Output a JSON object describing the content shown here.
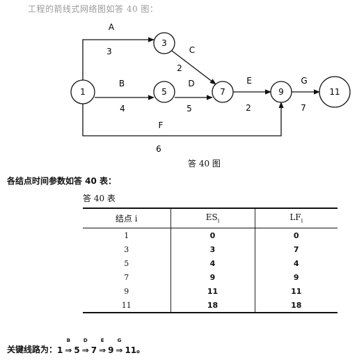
{
  "intro_text": "工程的箭线式网络图如答 40 图：",
  "diagram": {
    "nodes": [
      {
        "id": "1",
        "label": "1"
      },
      {
        "id": "3",
        "label": "3"
      },
      {
        "id": "5",
        "label": "5"
      },
      {
        "id": "7",
        "label": "7"
      },
      {
        "id": "9",
        "label": "9"
      },
      {
        "id": "11",
        "label": "11"
      }
    ],
    "activities": [
      {
        "name": "A",
        "duration": "3",
        "from": "1",
        "to": "3"
      },
      {
        "name": "B",
        "duration": "4",
        "from": "1",
        "to": "5"
      },
      {
        "name": "C",
        "duration": "2",
        "from": "3",
        "to": "7"
      },
      {
        "name": "D",
        "duration": "5",
        "from": "5",
        "to": "7"
      },
      {
        "name": "E",
        "duration": "2",
        "from": "7",
        "to": "9"
      },
      {
        "name": "F",
        "duration": "6",
        "from": "1",
        "to": "9"
      },
      {
        "name": "G",
        "duration": "7",
        "from": "9",
        "to": "11"
      }
    ],
    "caption": "答 40 图"
  },
  "section_text": "各结点时间参数如答 40 表：",
  "table": {
    "caption": "答 40 表",
    "headers": [
      "结点 i",
      "ES",
      "LF"
    ],
    "header_subscripts": [
      "",
      "i",
      "i"
    ],
    "rows": [
      [
        "1",
        "0",
        "0"
      ],
      [
        "3",
        "3",
        "7"
      ],
      [
        "5",
        "4",
        "4"
      ],
      [
        "7",
        "9",
        "9"
      ],
      [
        "9",
        "11",
        "11"
      ],
      [
        "11",
        "18",
        "18"
      ]
    ]
  },
  "critical_path": {
    "label": "关键线路为：",
    "start": "1",
    "steps": [
      {
        "activity": "B",
        "node": "5"
      },
      {
        "activity": "D",
        "node": "7"
      },
      {
        "activity": "E",
        "node": "9"
      },
      {
        "activity": "G",
        "node": "11"
      }
    ],
    "arrow": "⇒",
    "end_mark": "。"
  }
}
